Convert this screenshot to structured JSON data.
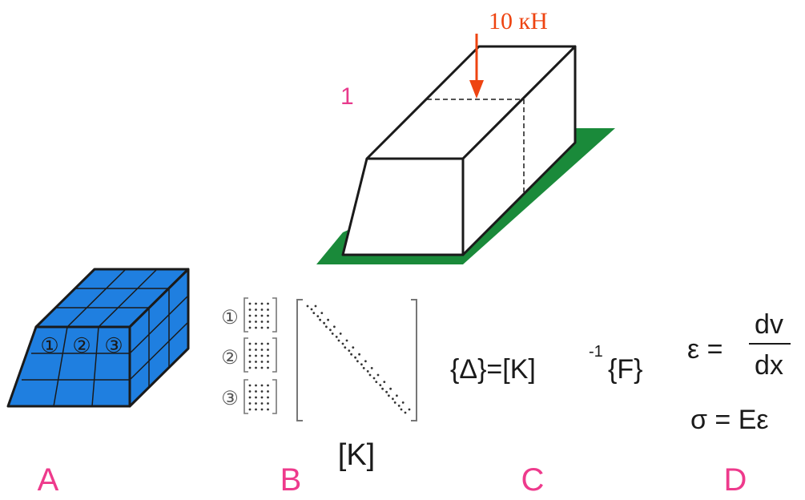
{
  "load_label": "10 кН",
  "part_number": "1",
  "element_numbers": [
    "①",
    "②",
    "③"
  ],
  "stiffness_matrix_label": "[K]",
  "solution_equation": {
    "left": "{Δ}=[K]",
    "exponent": "-1",
    "right": "{F}"
  },
  "strain_formula": {
    "lhs": "ε =",
    "numerator": "dv",
    "denominator": "dx"
  },
  "stress_formula": "σ = Eε",
  "step_labels": [
    "A",
    "B",
    "C",
    "D"
  ],
  "colors": {
    "load_arrow": "#ee4411",
    "part_number": "#e83a8c",
    "step_labels": "#ee3a8c",
    "ground": "#1a8a3a",
    "mesh_fill": "#1f7fe0",
    "outline": "#1a1a1a"
  }
}
